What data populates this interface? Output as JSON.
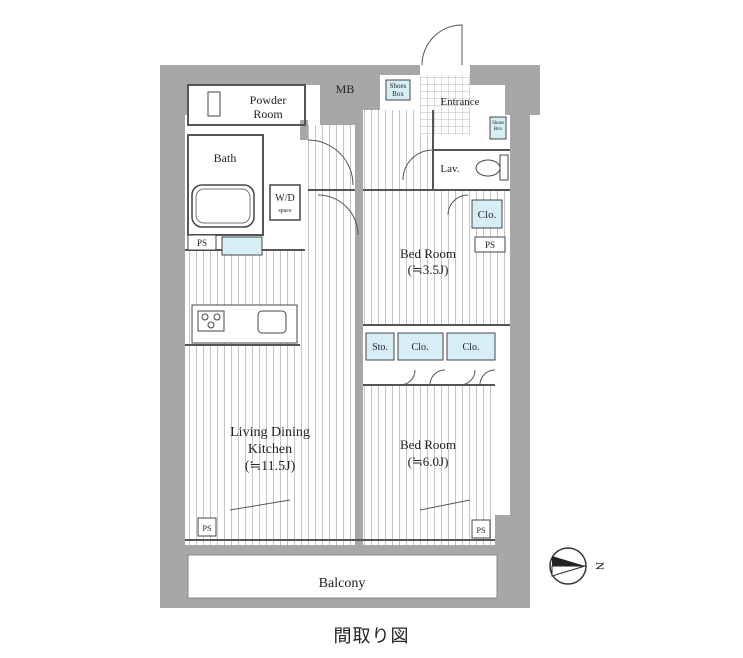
{
  "rooms": {
    "powder_room": "Powder\nRoom",
    "mb": "MB",
    "shoes_box_1": "Shoes\nBox",
    "entrance": "Entrance",
    "shoes_box_2": "Shoes\nBox",
    "bath": "Bath",
    "wd_space": "W/D",
    "wd_space_sub": "space",
    "lav": "Lav.",
    "clo_small": "Clo.",
    "ps_1": "PS",
    "ps_2": "PS",
    "ps_3": "PS",
    "ps_4": "PS",
    "bed_room_1_name": "Bed Room",
    "bed_room_1_size": "(≒3.5J)",
    "sto": "Sto.",
    "clo_a": "Clo.",
    "clo_b": "Clo.",
    "ldk_line1": "Living Dining",
    "ldk_line2": "Kitchen",
    "ldk_size": "(≒11.5J)",
    "bed_room_2_name": "Bed Room",
    "bed_room_2_size": "(≒6.0J)",
    "balcony": "Balcony"
  },
  "compass": {
    "label": "N"
  },
  "caption": "間取り図",
  "colors": {
    "wall": "#a7a7a7",
    "floor_line": "#c9c9c9",
    "closet": "#d8eef7",
    "ink": "#222222"
  }
}
